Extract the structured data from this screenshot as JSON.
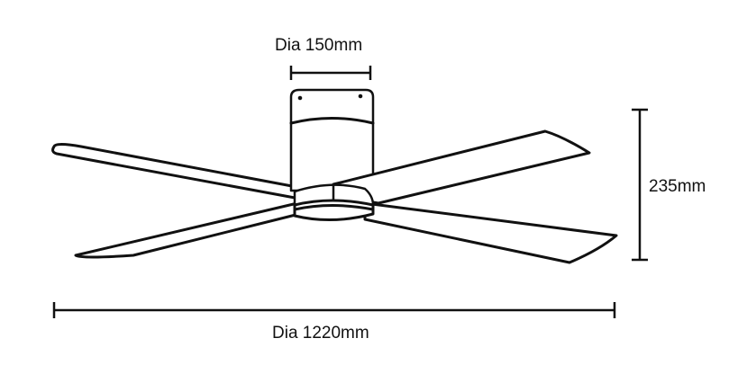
{
  "dimensions": {
    "canopy_diameter": "Dia 150mm",
    "height": "235mm",
    "blade_span": "Dia 1220mm"
  },
  "colors": {
    "line": "#111111",
    "background": "#ffffff"
  }
}
